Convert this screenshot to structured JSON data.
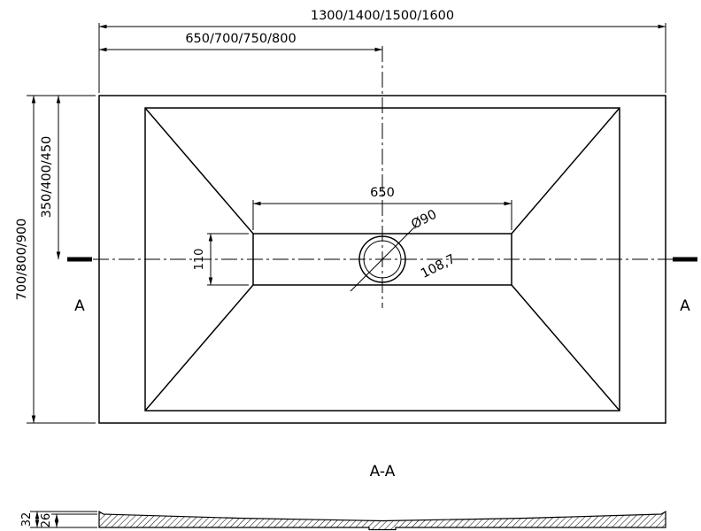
{
  "drawing": {
    "top_view": {
      "dim_overall_width": "1300/1400/1500/1600",
      "dim_half_width": "650/700/750/800",
      "dim_overall_height": "700/800/900",
      "dim_half_height": "350/400/450",
      "dim_center_width": "650",
      "dim_center_height": "110",
      "dim_drain_diameter": "Ø90",
      "dim_drain_diagonal": "108,7",
      "section_marker_left": "A",
      "section_marker_right": "A"
    },
    "section_view": {
      "title": "A-A",
      "dim_total_height": "32",
      "dim_base_height": "26"
    },
    "colors": {
      "line": "#000000",
      "background": "#ffffff"
    }
  }
}
